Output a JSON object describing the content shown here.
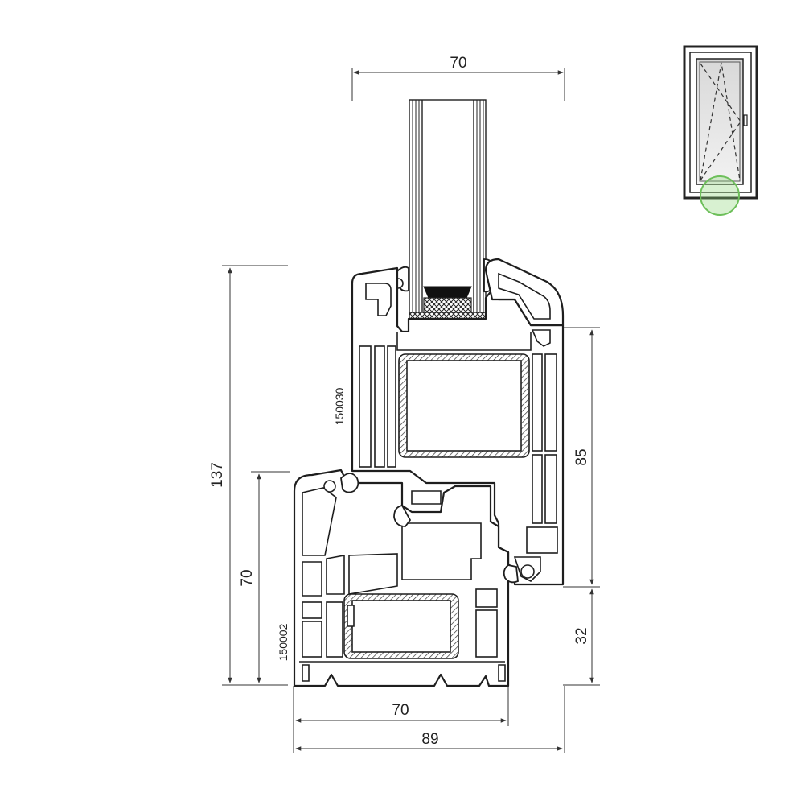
{
  "dimensions": {
    "glass_width": "70",
    "total_height": "137",
    "frame_height": "70",
    "sash_height": "85",
    "frame_offset": "32",
    "frame_depth": "70",
    "total_depth": "89"
  },
  "profile_codes": {
    "sash": "150030",
    "frame": "150002"
  },
  "colors": {
    "line": "#1e1e1e",
    "highlight_circle": "#7cc96a",
    "thumbnail_fill": "#e9e9e9"
  }
}
